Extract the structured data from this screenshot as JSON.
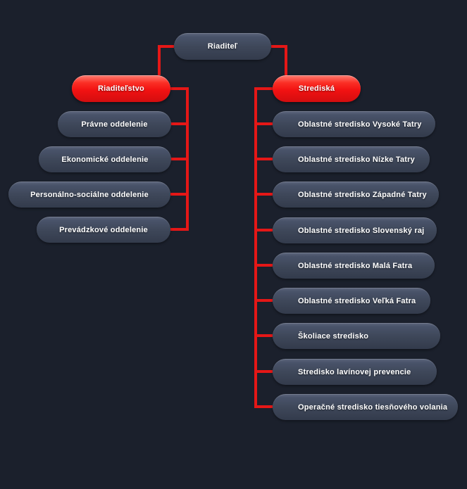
{
  "diagram": {
    "root": {
      "label": "Riaditeľ"
    },
    "directorate": {
      "label": "Riaditeľstvo",
      "children": [
        {
          "label": "Právne oddelenie"
        },
        {
          "label": "Ekonomické oddelenie"
        },
        {
          "label": "Personálno-sociálne oddelenie"
        },
        {
          "label": "Prevádzkové oddelenie"
        }
      ]
    },
    "centers": {
      "label": "Strediská",
      "children": [
        {
          "label": "Oblastné stredisko Vysoké Tatry"
        },
        {
          "label": "Oblastné stredisko Nízke Tatry"
        },
        {
          "label": "Oblastné stredisko Západné Tatry"
        },
        {
          "label": "Oblastné stredisko Slovenský raj"
        },
        {
          "label": "Oblastné stredisko Malá Fatra"
        },
        {
          "label": "Oblastné stredisko Veľká Fatra"
        },
        {
          "label": "Školiace stredisko"
        },
        {
          "label": "Stredisko lavínovej prevencie"
        },
        {
          "label": "Operačné stredisko tiesňového volania"
        }
      ]
    }
  },
  "colors": {
    "background": "#1b202c",
    "connector": "#e51717",
    "node_red_highlight": "#f21212",
    "node_dark": "#3e4759",
    "text": "#ffffff"
  }
}
